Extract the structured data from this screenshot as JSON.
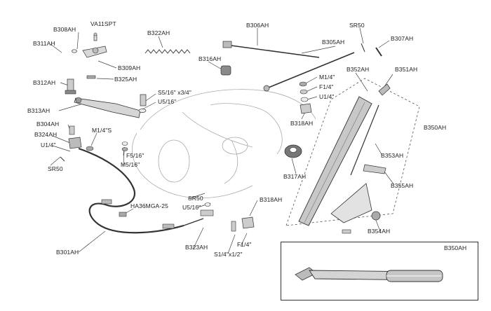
{
  "labels": {
    "va11spt": "VA11SPT",
    "b308ah": "B308AH",
    "b311ah": "B311AH",
    "b309ah": "B309AH",
    "b325ah": "B325AH",
    "b312ah": "B312AH",
    "b322ah": "B322AH",
    "b306ah": "B306AH",
    "sr50_top": "SR50",
    "b307ah": "B307AH",
    "b305ah": "B305AH",
    "b316ah": "B316AH",
    "b352ah": "B352AH",
    "b351ah": "B351AH",
    "m14_top": "M1/4\"",
    "f14_top": "F1/4\"",
    "u14_top": "U1/4\"",
    "s5_16": "S5/16\" x3/4\"",
    "u5_16": "U5/16\"",
    "b313ah": "B313AH",
    "b318ah_right": "B318AH",
    "b350ah_side": "B350AH",
    "b304ah": "B304AH",
    "m14s": "M1/4\"S",
    "b324ah": "B324AH",
    "u14_left": "U1/4\"",
    "f5_16": "F5/16\"",
    "m5_16": "M5/16\"",
    "sr50_left": "SR50",
    "b353ah": "B353AH",
    "b317ah": "B317AH",
    "b355ah": "B355AH",
    "sr50_mid": "SR50",
    "u5_16_mid": "U5/16\"",
    "ha36mga": "HA36MGA-25",
    "b318ah_bottom": "B318AH",
    "b354ah": "B354AH",
    "b301ah": "B301AH",
    "b323ah": "B323AH",
    "f14_bottom": "F1/4\"",
    "s14": "S1/4\"x1/2\"",
    "b350ah_inset": "B350AH"
  }
}
